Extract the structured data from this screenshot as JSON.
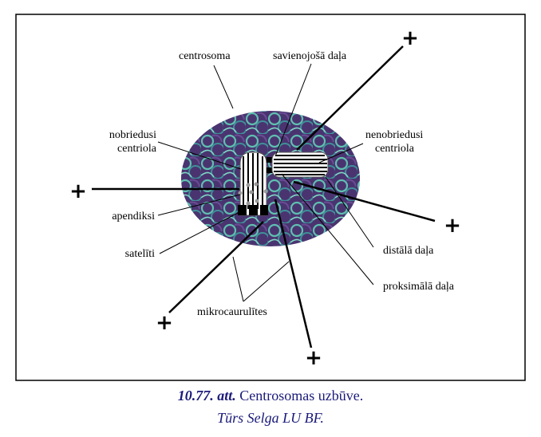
{
  "diagram": {
    "labels": {
      "centrosoma": "centrosoma",
      "savienojosa": "savienojošā daļa",
      "nobriedusi_1": "nobriedusi",
      "nobriedusi_2": "centriola",
      "nenobriedusi_1": "nenobriedusi",
      "nenobriedusi_2": "centriola",
      "apendiksi": "apendiksi",
      "sateliti": "satelīti",
      "distala": "distālā daļa",
      "proksimala": "proksimālā daļa",
      "mikrocaurulites": "mikrocaurulītes"
    },
    "plus_sign": "+",
    "colors": {
      "teal": "#5fbfb0",
      "purple": "#4a3470"
    }
  },
  "caption": {
    "figure_number": "10.77. att.",
    "title": " Centrosomas uzbūve.",
    "credit": "Tūrs Selga LU BF."
  }
}
